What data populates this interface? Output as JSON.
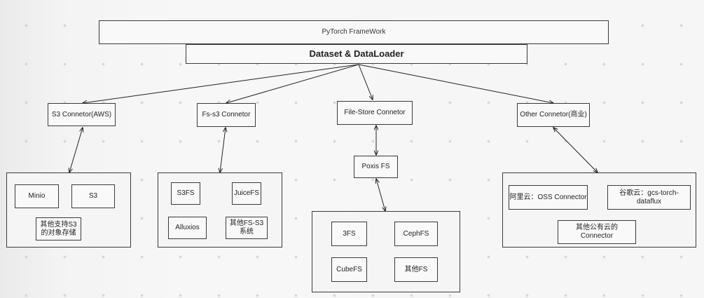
{
  "diagram": {
    "framework": "PyTorch FrameWork",
    "dataset": "Dataset & DataLoader",
    "connectors": {
      "s3": "S3 Connetor(AWS)",
      "fs_s3": "Fs-s3 Connetor",
      "file_store": "File-Store Connetor",
      "other": "Other Connetor(商业)"
    },
    "s3_group": [
      "Minio",
      "S3",
      "其他支持S3\n的对象存储"
    ],
    "fs_s3_group": [
      "S3FS",
      "JuiceFS",
      "Alluxios",
      "其他FS-S3\n系统"
    ],
    "poxis": "Poxis FS",
    "poxis_group": [
      "3FS",
      "CephFS",
      "CubeFS",
      "其他FS"
    ],
    "other_group": [
      "阿里云：OSS Connector",
      "谷歌云：gcs-torch-dataflux",
      "其他公有云的\nConnector"
    ]
  }
}
